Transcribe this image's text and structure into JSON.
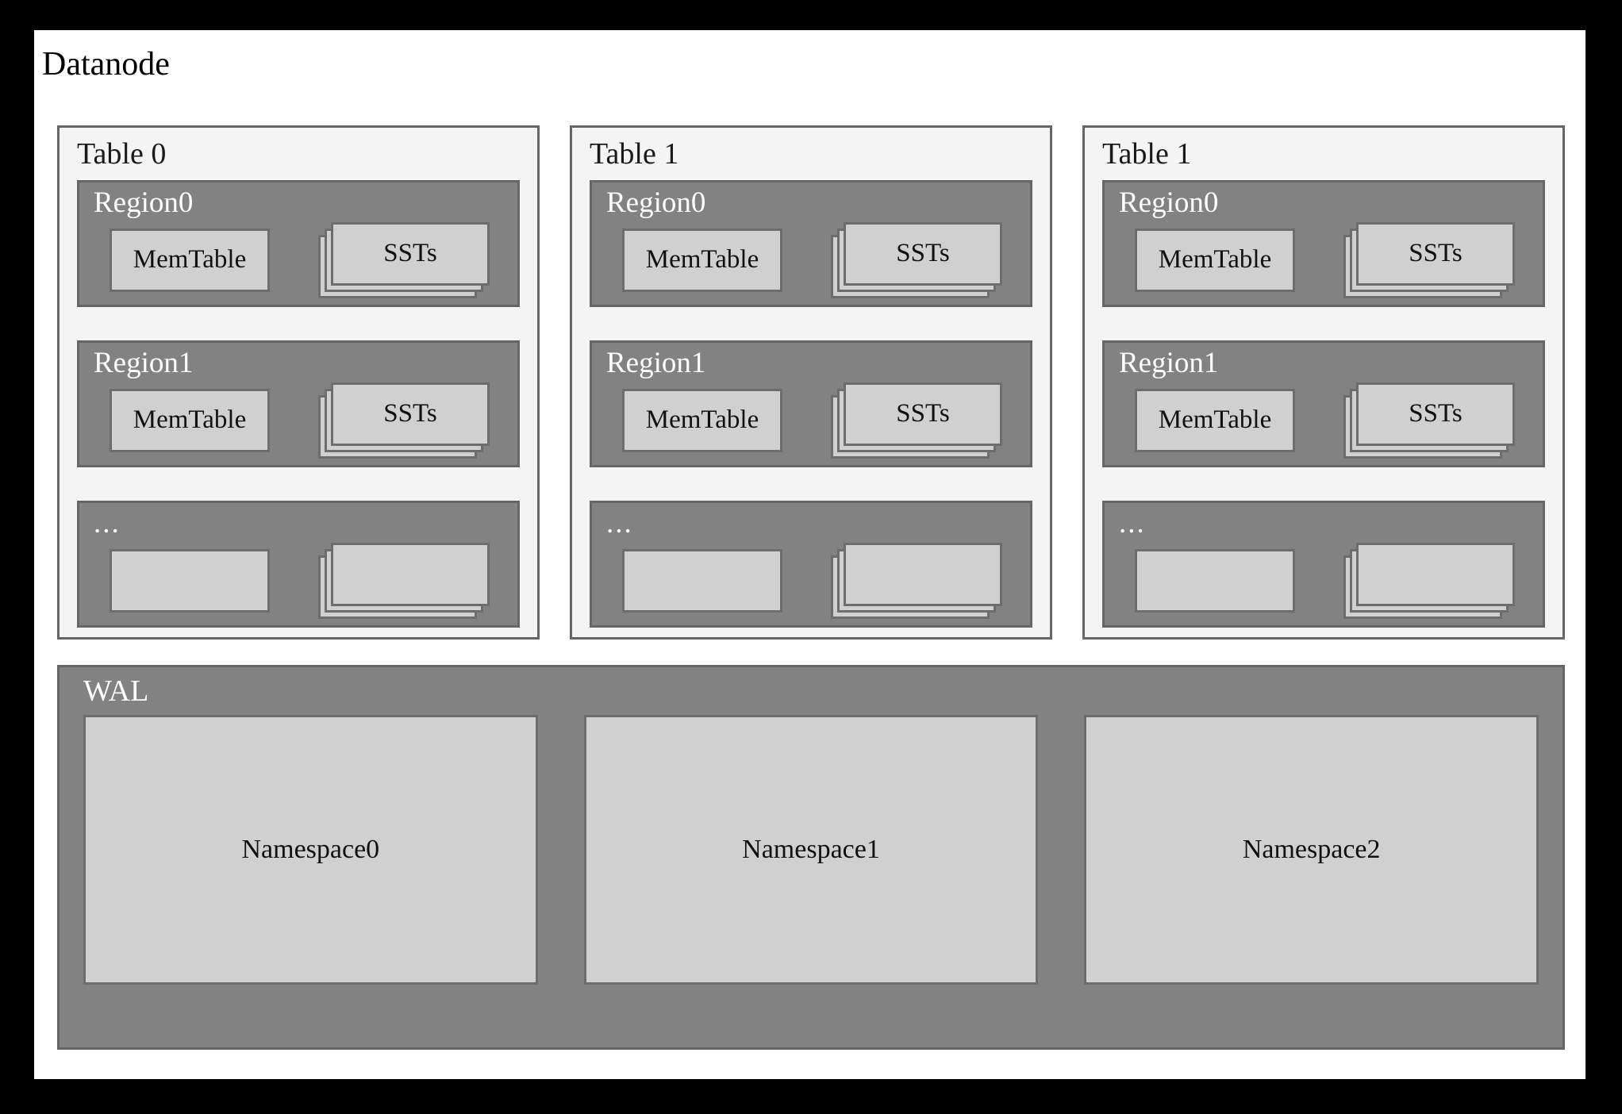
{
  "diagram": {
    "title": "Datanode",
    "colors": {
      "background": "#000000",
      "canvas": "#ffffff",
      "table_fill": "#f4f4f4",
      "region_fill": "#828282",
      "box_fill": "#d0d0d0",
      "border": "#666666",
      "label_light": "#ffffff",
      "label_dark": "#000000"
    },
    "tables": [
      {
        "label": "Table 0",
        "regions": [
          {
            "label": "Region0",
            "memtable": "MemTable",
            "ssts": "SSTs",
            "is_ellipsis": false
          },
          {
            "label": "Region1",
            "memtable": "MemTable",
            "ssts": "SSTs",
            "is_ellipsis": false
          },
          {
            "label": "...",
            "memtable": "",
            "ssts": "",
            "is_ellipsis": true
          }
        ]
      },
      {
        "label": "Table 1",
        "regions": [
          {
            "label": "Region0",
            "memtable": "MemTable",
            "ssts": "SSTs",
            "is_ellipsis": false
          },
          {
            "label": "Region1",
            "memtable": "MemTable",
            "ssts": "SSTs",
            "is_ellipsis": false
          },
          {
            "label": "...",
            "memtable": "",
            "ssts": "",
            "is_ellipsis": true
          }
        ]
      },
      {
        "label": "Table 1",
        "regions": [
          {
            "label": "Region0",
            "memtable": "MemTable",
            "ssts": "SSTs",
            "is_ellipsis": false
          },
          {
            "label": "Region1",
            "memtable": "MemTable",
            "ssts": "SSTs",
            "is_ellipsis": false
          },
          {
            "label": "...",
            "memtable": "",
            "ssts": "",
            "is_ellipsis": true
          }
        ]
      }
    ],
    "wal": {
      "label": "WAL",
      "namespaces": [
        {
          "label": "Namespace0"
        },
        {
          "label": "Namespace1"
        },
        {
          "label": "Namespace2"
        }
      ]
    }
  }
}
